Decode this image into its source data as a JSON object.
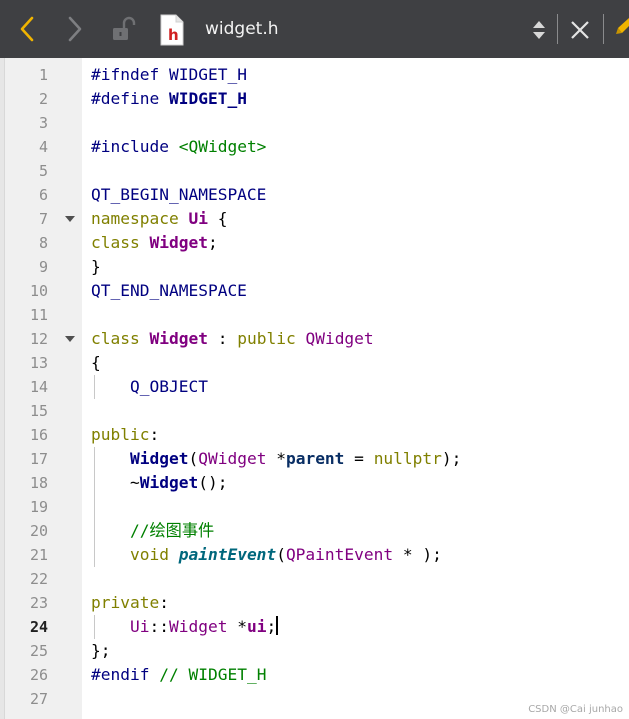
{
  "toolbar": {
    "filename": "widget.h",
    "file_type_letter": "h",
    "back_icon": "chevron-left-icon",
    "forward_icon": "chevron-right-icon",
    "lock_icon": "unlocked-icon",
    "accent_color": "#f0b400"
  },
  "editor": {
    "current_line": "24",
    "lines": [
      {
        "n": "1",
        "tokens": [
          {
            "t": "#ifndef ",
            "c": "macro"
          },
          {
            "t": "WIDGET_H",
            "c": "ident"
          }
        ]
      },
      {
        "n": "2",
        "tokens": [
          {
            "t": "#define ",
            "c": "macro"
          },
          {
            "t": "WIDGET_H",
            "c": "bold"
          }
        ]
      },
      {
        "n": "3",
        "tokens": []
      },
      {
        "n": "4",
        "tokens": [
          {
            "t": "#include ",
            "c": "macro"
          },
          {
            "t": "<QWidget>",
            "c": "str"
          }
        ]
      },
      {
        "n": "5",
        "tokens": []
      },
      {
        "n": "6",
        "tokens": [
          {
            "t": "QT_BEGIN_NAMESPACE",
            "c": "ident"
          }
        ]
      },
      {
        "n": "7",
        "tokens": [
          {
            "t": "namespace ",
            "c": "kw"
          },
          {
            "t": "Ui",
            "c": "type"
          },
          {
            "t": " {",
            "c": "punc"
          }
        ]
      },
      {
        "n": "8",
        "tokens": [
          {
            "t": "class ",
            "c": "kw"
          },
          {
            "t": "Widget",
            "c": "type"
          },
          {
            "t": ";",
            "c": "punc"
          }
        ]
      },
      {
        "n": "9",
        "tokens": [
          {
            "t": "}",
            "c": "punc"
          }
        ]
      },
      {
        "n": "10",
        "tokens": [
          {
            "t": "QT_END_NAMESPACE",
            "c": "ident"
          }
        ]
      },
      {
        "n": "11",
        "tokens": []
      },
      {
        "n": "12",
        "tokens": [
          {
            "t": "class ",
            "c": "kw"
          },
          {
            "t": "Widget",
            "c": "type"
          },
          {
            "t": " : ",
            "c": "punc"
          },
          {
            "t": "public ",
            "c": "kw"
          },
          {
            "t": "QWidget",
            "c": "typeplain"
          }
        ]
      },
      {
        "n": "13",
        "tokens": [
          {
            "t": "{",
            "c": "punc"
          }
        ]
      },
      {
        "n": "14",
        "tokens": [
          {
            "t": "    Q_OBJECT",
            "c": "ident"
          }
        ]
      },
      {
        "n": "15",
        "tokens": []
      },
      {
        "n": "16",
        "tokens": [
          {
            "t": "public",
            "c": "kw"
          },
          {
            "t": ":",
            "c": "punc"
          }
        ]
      },
      {
        "n": "17",
        "tokens": [
          {
            "t": "    ",
            "c": "punc"
          },
          {
            "t": "Widget",
            "c": "bold"
          },
          {
            "t": "(",
            "c": "punc"
          },
          {
            "t": "QWidget",
            "c": "typeplain"
          },
          {
            "t": " *",
            "c": "punc"
          },
          {
            "t": "parent",
            "c": "var"
          },
          {
            "t": " = ",
            "c": "punc"
          },
          {
            "t": "nullptr",
            "c": "kw"
          },
          {
            "t": ");",
            "c": "punc"
          }
        ]
      },
      {
        "n": "18",
        "tokens": [
          {
            "t": "    ~",
            "c": "punc"
          },
          {
            "t": "Widget",
            "c": "bold"
          },
          {
            "t": "();",
            "c": "punc"
          }
        ]
      },
      {
        "n": "19",
        "tokens": []
      },
      {
        "n": "20",
        "tokens": [
          {
            "t": "    //绘图事件",
            "c": "com"
          }
        ]
      },
      {
        "n": "21",
        "tokens": [
          {
            "t": "    void ",
            "c": "kw"
          },
          {
            "t": "paintEvent",
            "c": "italic"
          },
          {
            "t": "(",
            "c": "punc"
          },
          {
            "t": "QPaintEvent",
            "c": "typeplain"
          },
          {
            "t": " * );",
            "c": "punc"
          }
        ]
      },
      {
        "n": "22",
        "tokens": []
      },
      {
        "n": "23",
        "tokens": [
          {
            "t": "private",
            "c": "kw"
          },
          {
            "t": ":",
            "c": "punc"
          }
        ]
      },
      {
        "n": "24",
        "tokens": [
          {
            "t": "    ",
            "c": "punc"
          },
          {
            "t": "Ui",
            "c": "typeplain"
          },
          {
            "t": "::",
            "c": "punc"
          },
          {
            "t": "Widget",
            "c": "typeplain"
          },
          {
            "t": " *",
            "c": "punc"
          },
          {
            "t": "ui",
            "c": "type"
          },
          {
            "t": ";",
            "c": "punc"
          }
        ]
      },
      {
        "n": "25",
        "tokens": [
          {
            "t": "};",
            "c": "punc"
          }
        ]
      },
      {
        "n": "26",
        "tokens": [
          {
            "t": "#endif ",
            "c": "macro"
          },
          {
            "t": "// WIDGET_H",
            "c": "com"
          }
        ]
      },
      {
        "n": "27",
        "tokens": []
      }
    ]
  },
  "watermark": "CSDN @Cai junhao"
}
